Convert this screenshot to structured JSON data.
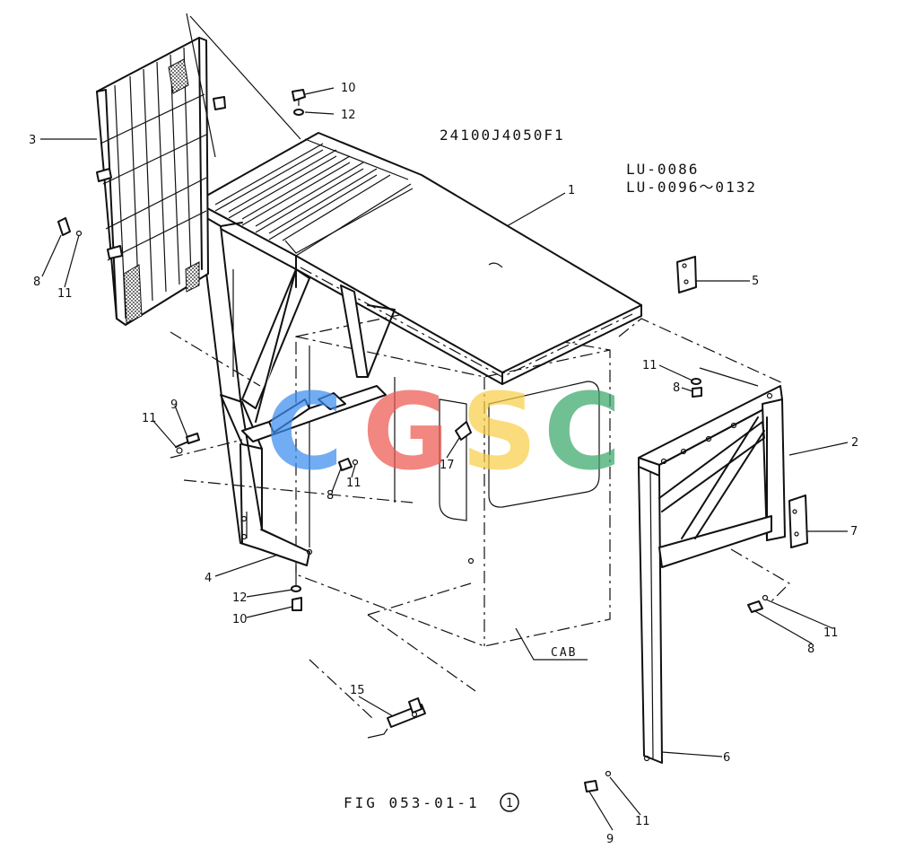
{
  "drawing": {
    "part_code": "24100J4050F1",
    "serial_line_1": "LU-0086",
    "serial_line_2": "LU-0096～0132",
    "figure_label": "FIG 053-01-1",
    "figure_sheet": "1",
    "cab_label": "CAB"
  },
  "watermark": {
    "letters": [
      "C",
      "G",
      "S",
      "C"
    ],
    "colors": [
      "#3d8ef0",
      "#ee5a52",
      "#f9cf4a",
      "#3aa86b"
    ]
  },
  "callouts": {
    "c1": "1",
    "c2": "2",
    "c3": "3",
    "c4": "4",
    "c5": "5",
    "c6": "6",
    "c7": "7",
    "c8a": "8",
    "c8b": "8",
    "c8c": "8",
    "c8d": "8",
    "c9a": "9",
    "c9b": "9",
    "c10a": "10",
    "c10b": "10",
    "c11a": "11",
    "c11b": "11",
    "c11c": "11",
    "c11d": "11",
    "c11e": "11",
    "c11f": "11",
    "c12a": "12",
    "c12b": "12",
    "c15": "15",
    "c17": "17"
  }
}
